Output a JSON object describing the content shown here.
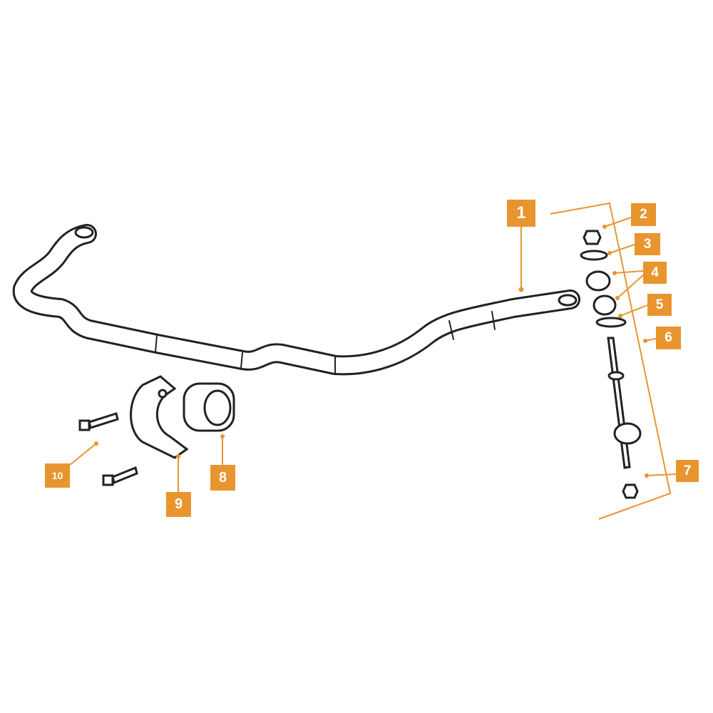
{
  "accent_color": "#e8952f",
  "callouts": [
    {
      "id": "1",
      "label": "1"
    },
    {
      "id": "2",
      "label": "2"
    },
    {
      "id": "3",
      "label": "3"
    },
    {
      "id": "4",
      "label": "4"
    },
    {
      "id": "5",
      "label": "5"
    },
    {
      "id": "6",
      "label": "6"
    },
    {
      "id": "7",
      "label": "7"
    },
    {
      "id": "8",
      "label": "8"
    },
    {
      "id": "9",
      "label": "9"
    },
    {
      "id": "10",
      "label": "10"
    }
  ]
}
